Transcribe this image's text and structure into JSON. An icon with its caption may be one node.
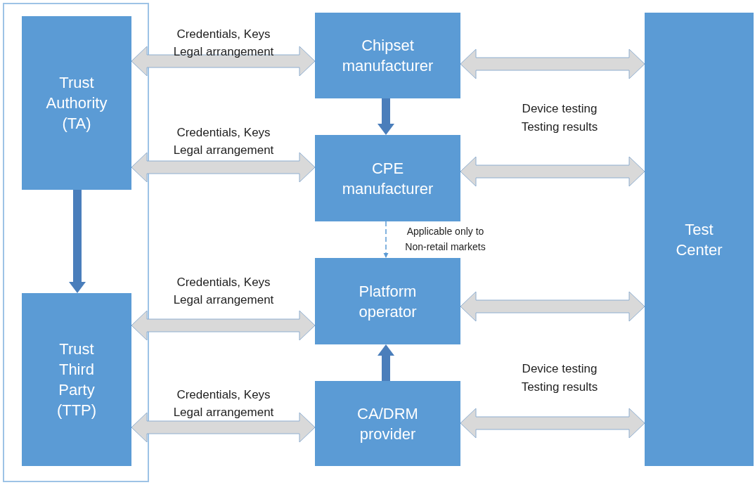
{
  "diagram": {
    "nodes": [
      {
        "text": [],
        "shape": "box"
      },
      {
        "text": [
          "Trust Authority (TA)"
        ],
        "in": 0
      },
      {
        "text": [
          "Trust Third Party (TTP)"
        ],
        "in": 0
      },
      {
        "text": [
          "Chipset manufacturer"
        ]
      },
      {
        "text": [
          "CPE manufacturer"
        ]
      },
      {
        "text": [
          "Platform operator"
        ]
      },
      {
        "text": [
          "CA/DRM provider"
        ]
      },
      {
        "text": [
          "Test Center"
        ]
      }
    ],
    "edges": [
      {
        "from": 1,
        "to": 3,
        "arrow": "both",
        "label": "Credentials, Keys Legal arrangement"
      },
      {
        "from": 1,
        "to": 4,
        "arrow": "both",
        "label": "Credentials, Keys Legal arrangement"
      },
      {
        "from": 2,
        "to": 5,
        "arrow": "both",
        "label": "Credentials, Keys Legal arrangement"
      },
      {
        "from": 2,
        "to": 6,
        "arrow": "both",
        "label": "Credentials, Keys Legal arrangement"
      },
      {
        "from": 3,
        "to": 7,
        "arrow": "both"
      },
      {
        "from": 4,
        "to": 7,
        "arrow": "both"
      },
      {
        "from": 5,
        "to": 7,
        "arrow": "both"
      },
      {
        "from": 6,
        "to": 7,
        "arrow": "both"
      },
      {
        "from": 3,
        "to": 4,
        "arrow": "to",
        "style": "thick",
        "color": "#4a7ebb"
      },
      {
        "from": 1,
        "to": 2,
        "arrow": "to",
        "style": "thick",
        "color": "#4a7ebb"
      },
      {
        "from": 4,
        "to": 5,
        "arrow": "to",
        "style": "dashed",
        "color": "#5b9bd5",
        "label": "Applicable only to Non-retail markets"
      },
      {
        "from": 6,
        "to": 5,
        "arrow": "to",
        "style": "thick",
        "color": "#4a7ebb"
      }
    ],
    "labels": [
      "Device testing",
      "Testing results",
      "Device testing",
      "Testing results"
    ]
  }
}
